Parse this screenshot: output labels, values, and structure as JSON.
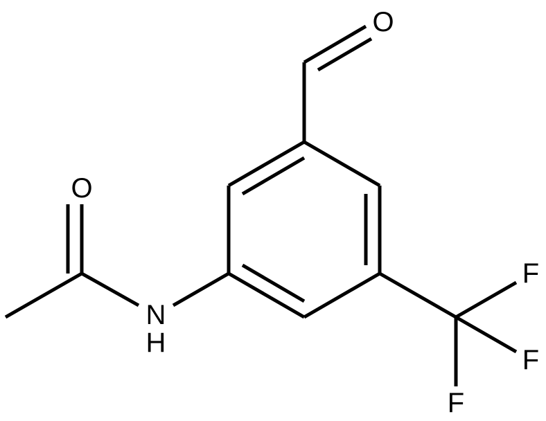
{
  "molecule": {
    "atoms": {
      "aldehyde_oxygen": "O",
      "amide_oxygen": "O",
      "amide_nitrogen": "N",
      "amide_hydrogen": "H",
      "fluorine_top": "F",
      "fluorine_middle": "F",
      "fluorine_bottom": "F"
    },
    "colors": {
      "bond": "#000000",
      "label": "#000000",
      "background": "#ffffff"
    }
  }
}
